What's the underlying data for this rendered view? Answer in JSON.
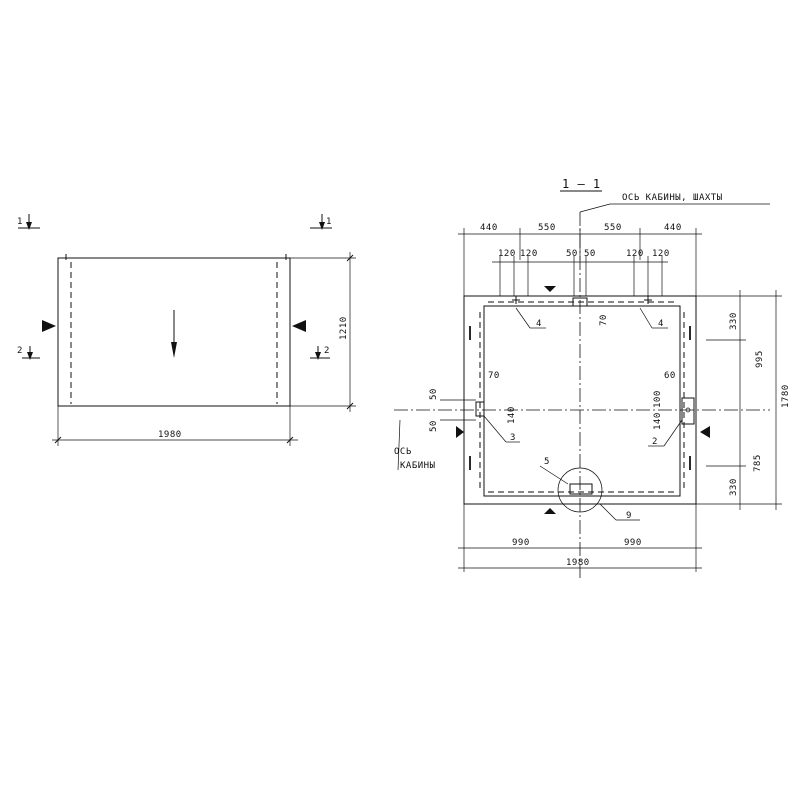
{
  "left_view": {
    "section_mark_top_left": "1",
    "section_mark_top_right": "1",
    "section_mark_side_left": "2",
    "section_mark_side_right": "2",
    "dim_width": "1980",
    "dim_height": "1210"
  },
  "section_view": {
    "title": "1 — 1",
    "axis_label": "ОСЬ КАБИНЫ, ШАХТЫ",
    "axis_cabin_label_line1": "ОСЬ",
    "axis_cabin_label_line2": "КАБИНЫ",
    "top_dims": [
      "440",
      "550",
      "550",
      "440"
    ],
    "upper_dims": [
      "120",
      "120",
      "50",
      "50",
      "120",
      "120"
    ],
    "dim_70_top": "70",
    "right_dims": [
      "330",
      "995",
      "785",
      "330"
    ],
    "dim_overall_height": "1780",
    "left_dims": [
      "50",
      "50",
      "70",
      "140"
    ],
    "right_small_dims": [
      "60",
      "100",
      "140"
    ],
    "bottom_dims": [
      "990",
      "990"
    ],
    "dim_overall_width": "1980",
    "callouts": [
      "4",
      "4",
      "3",
      "2",
      "5",
      "9"
    ]
  }
}
